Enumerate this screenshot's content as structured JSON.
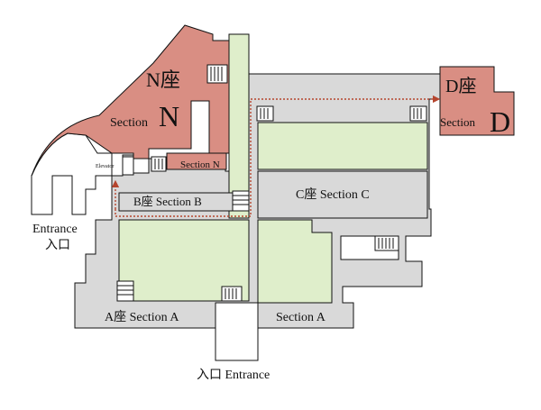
{
  "map": {
    "colors": {
      "background": "#ffffff",
      "corridor": "#d9d9d9",
      "garden": "#dfeecb",
      "highlight": "#d98e83",
      "outline": "#111111",
      "route": "#b5452e"
    },
    "labels": {
      "n_block_cn": "N座",
      "n_block_en": "Section",
      "n_letter": "N",
      "section_n": "Section N",
      "elevator": "Elevator",
      "d_block_cn": "D座",
      "d_block_en": "Section",
      "d_letter": "D",
      "b_block": "B座  Section B",
      "c_block": "C座  Section C",
      "a_block_left": "A座  Section A",
      "a_block_right": "Section A",
      "entrance_left_en": "Entrance",
      "entrance_left_cn": "入口",
      "entrance_bottom": "入口  Entrance"
    },
    "icons": [
      "stairs-icon",
      "route-arrow-icon"
    ]
  }
}
